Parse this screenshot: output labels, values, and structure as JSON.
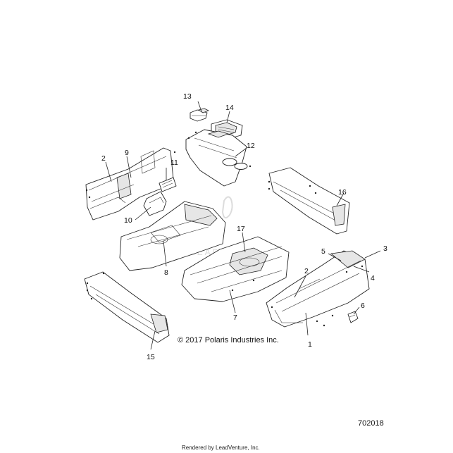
{
  "callouts": [
    "1",
    "2",
    "2",
    "3",
    "4",
    "5",
    "6",
    "7",
    "8",
    "9",
    "10",
    "11",
    "12",
    "13",
    "14",
    "15",
    "16",
    "17"
  ],
  "copyright": "© 2017 Polaris Industries Inc.",
  "diagram_number": "702018",
  "rendered_by": "Rendered by LeadVenture, Inc.",
  "watermark_text": "LEADVENTURE"
}
